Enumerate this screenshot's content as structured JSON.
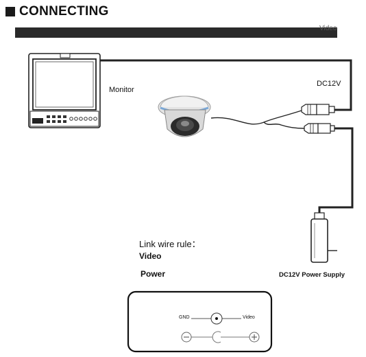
{
  "heading": {
    "text": "CONNECTING"
  },
  "header_bar": {
    "cropped_text": "Video"
  },
  "labels": {
    "monitor": "Monitor",
    "dc12v_top": "DC12V",
    "power_supply": "DC12V  Power Supply"
  },
  "rules": {
    "title": "Link wire rule：",
    "video": "Video",
    "power": "Power"
  },
  "connector_box": {
    "gnd": "GND",
    "video": "Video"
  }
}
